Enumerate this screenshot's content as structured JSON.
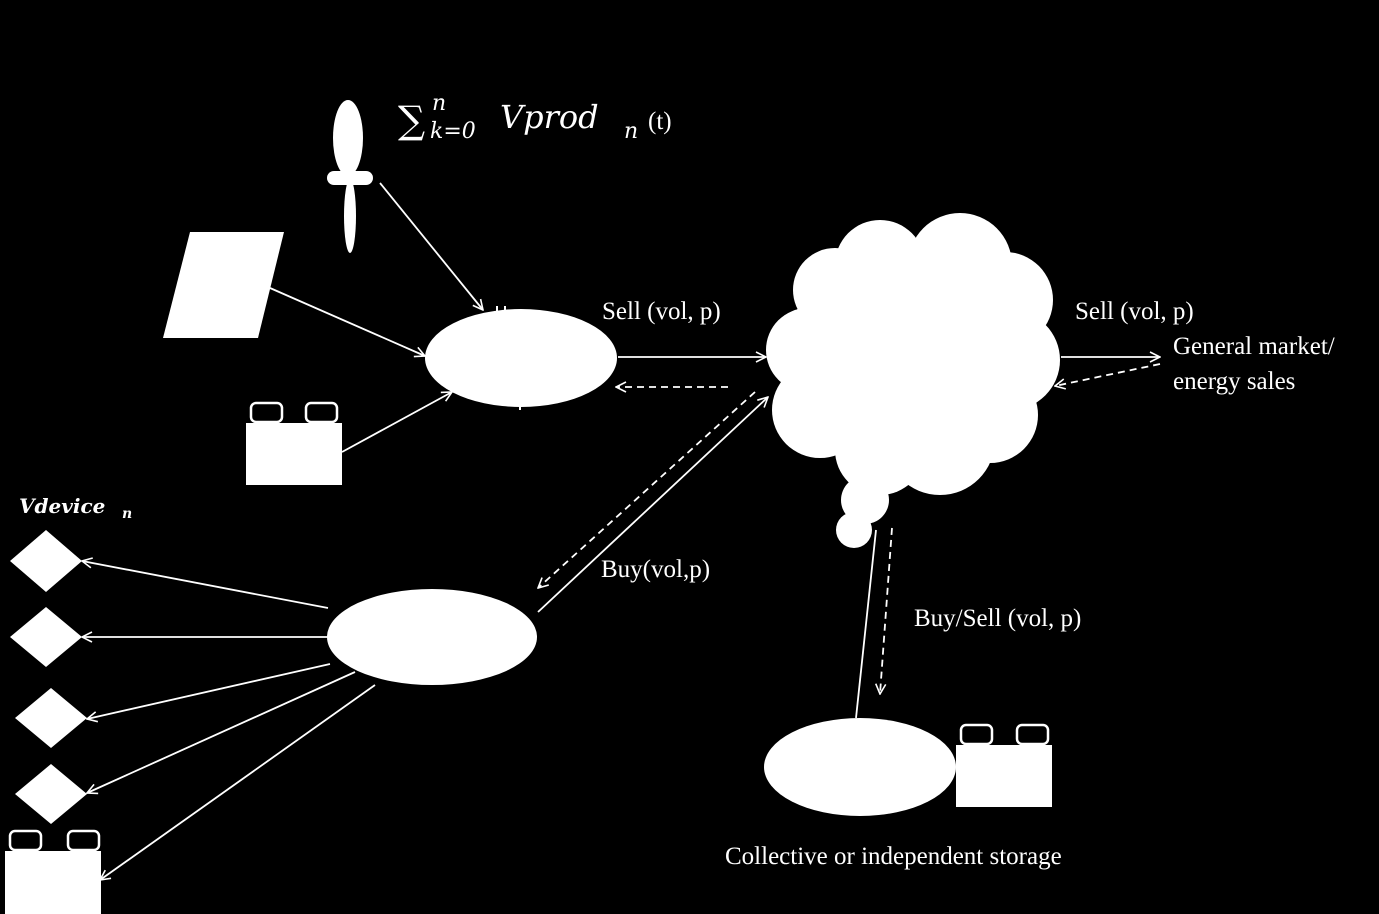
{
  "formula": {
    "sigma": "∑",
    "sup": "n",
    "sub": "k=0",
    "var": "Vprod",
    "var_sub": "n",
    "arg": "(t)"
  },
  "device_label": {
    "var": "Vdevice",
    "sub": "n"
  },
  "labels": {
    "sell_left": "Sell (vol, p)",
    "sell_right": "Sell (vol, p)",
    "market_line1": "General market/",
    "market_line2": "energy sales",
    "buy": "Buy(vol,p)",
    "buy_sell": "Buy/Sell (vol, p)",
    "storage": "Collective or independent storage"
  },
  "colors": {
    "background": "#000000",
    "foreground": "#ffffff"
  }
}
